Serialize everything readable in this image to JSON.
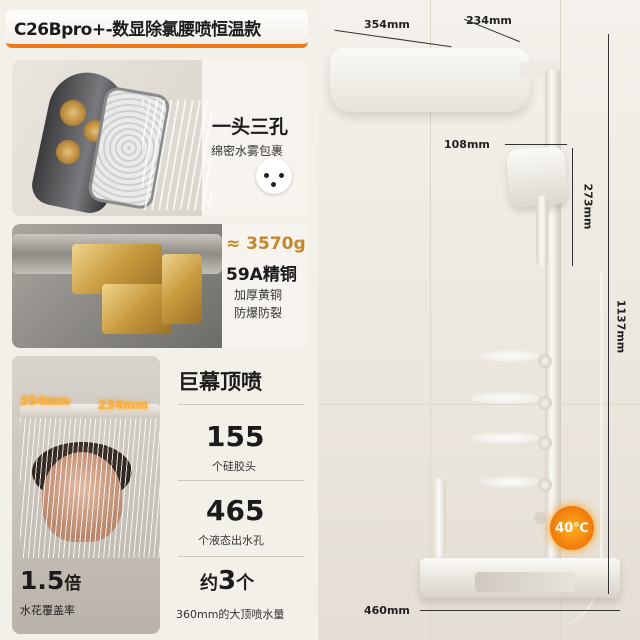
{
  "title": "C26Bpro+-数显除氯腰喷恒温款",
  "card_nozzle": {
    "headline": "一头三孔",
    "subtitle": "绵密水雾包裹"
  },
  "card_copper": {
    "weight": "≈ 3570g",
    "material": "59A精铜",
    "line1": "加厚黄铜",
    "line2": "防爆防裂"
  },
  "coverage": {
    "dim_a": "354mm",
    "dim_b": "234mm",
    "value": "1.5",
    "unit": "倍",
    "caption": "水花覆盖率"
  },
  "stats": {
    "heading": "巨幕顶喷",
    "holes_value": "155",
    "holes_caption": "个硅胶头",
    "outlets_value": "465",
    "outlets_caption": "个液态出水孔",
    "volume_prefix": "约",
    "volume_value": "3",
    "volume_unit": "个",
    "volume_caption": "360mm的大顶喷水量"
  },
  "dimensions": {
    "top_width": "354mm",
    "top_depth": "234mm",
    "hand_width": "108mm",
    "hand_height": "273mm",
    "total_height": "1137mm",
    "console_width": "460mm"
  },
  "display": {
    "temperature": "40℃"
  },
  "colors": {
    "accent": "#f07a1a",
    "gold": "#c6872b"
  }
}
